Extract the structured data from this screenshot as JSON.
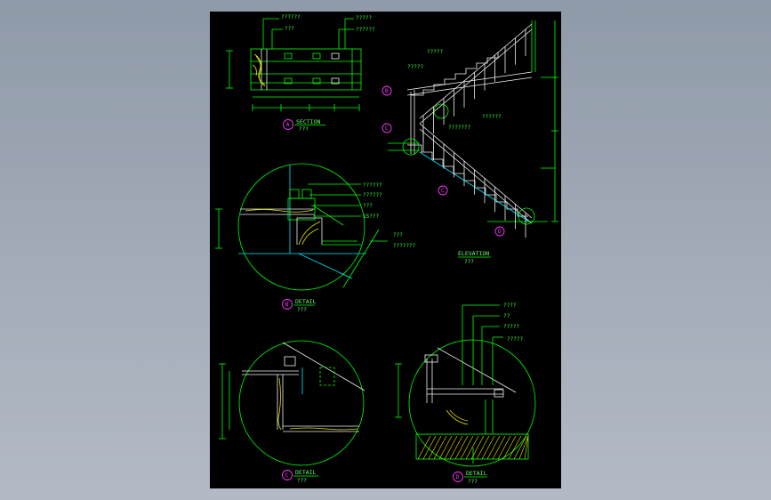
{
  "drawing": {
    "section_a": {
      "marker": "A",
      "title": "SECTION",
      "subtitle": "???",
      "callouts": [
        "??????",
        "???",
        "?????",
        "??????"
      ]
    },
    "elevation": {
      "title": "ELEVATION",
      "subtitle": "???",
      "callouts": [
        "?????",
        "?????",
        "??????",
        "???????"
      ],
      "markers": [
        "B",
        "C",
        "C",
        "D"
      ]
    },
    "detail_b": {
      "marker": "B",
      "title": "DETAIL",
      "subtitle": "???",
      "callouts": [
        "??????",
        "??????",
        "???",
        "15???",
        "???",
        "???????"
      ]
    },
    "detail_c": {
      "marker": "C",
      "title": "DETAIL",
      "subtitle": "???"
    },
    "detail_d": {
      "marker": "D",
      "title": "DETAIL",
      "subtitle": "???",
      "callouts": [
        "????",
        "??",
        "?????",
        "?????"
      ]
    }
  },
  "colors": {
    "background": "#000000",
    "frame": "#a3acb9",
    "line_green": "#00ff00",
    "line_white": "#f2f2f2",
    "line_cyan": "#00e5ff",
    "line_yellow": "#e6e600",
    "marker_magenta": "#ff33ff"
  }
}
